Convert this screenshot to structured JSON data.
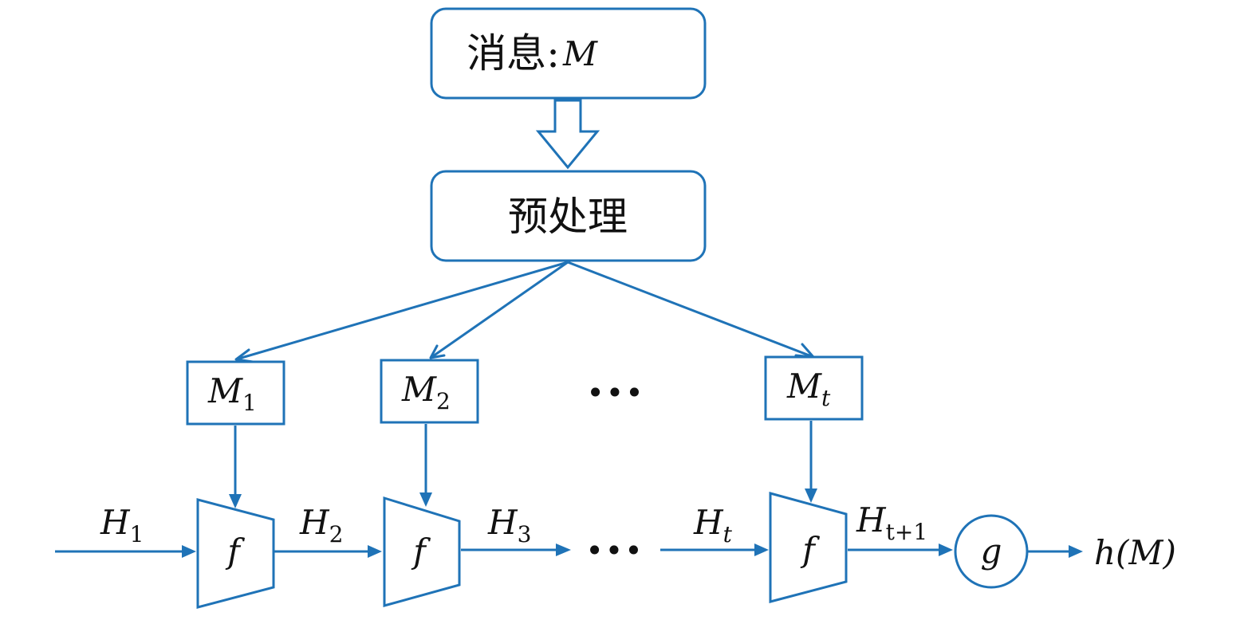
{
  "colors": {
    "stroke": "#1f73b7",
    "text": "#111111",
    "background": "#ffffff"
  },
  "message_box": {
    "prefix": "消息:",
    "symbol": "M"
  },
  "preprocess_box": {
    "label": "预处理"
  },
  "blocks": [
    {
      "base": "M",
      "sub": "1",
      "sub_italic": false
    },
    {
      "base": "M",
      "sub": "2",
      "sub_italic": false
    },
    {
      "base": "M",
      "sub": "t",
      "sub_italic": true
    }
  ],
  "ellipsis": "•••",
  "compressor_label": "f",
  "finalizer_label": "g",
  "states": [
    {
      "base": "H",
      "sub": "1",
      "sub_italic": false
    },
    {
      "base": "H",
      "sub": "2",
      "sub_italic": false
    },
    {
      "base": "H",
      "sub": "3",
      "sub_italic": false
    },
    {
      "base": "H",
      "sub": "t",
      "sub_italic": true
    },
    {
      "base": "H",
      "sub": "t+1",
      "sub_italic": false
    }
  ],
  "output": "h(M)"
}
